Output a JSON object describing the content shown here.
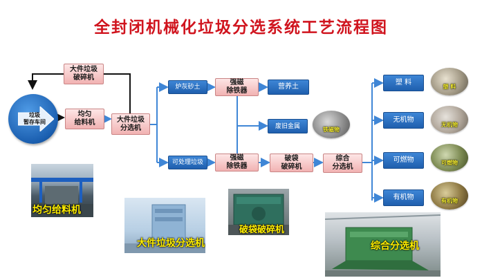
{
  "title": "全封闭机械化垃圾分选系统工艺流程图",
  "nodes": {
    "storage": "垃圾\n暂存车间",
    "crusher_large": "大件垃圾\n破碎机",
    "feeder": "均匀\n给料机",
    "large_sorter": "大件垃圾\n分选机",
    "ash_sand": "炉灰砂土",
    "magnet_top": "强磁\n除铁器",
    "nutrient_soil": "营养土",
    "scrap_metal": "废旧金属",
    "processable": "可处理垃圾",
    "magnet_bottom": "强磁\n除铁器",
    "bag_breaker": "破袋\n破碎机",
    "combined_sorter": "综合\n分选机",
    "plastic": "塑  料",
    "inorganic": "无机物",
    "combustible": "可燃物",
    "organic": "有机物"
  },
  "thumbnails": {
    "iron": "铁磁物",
    "plastic": "塑 料",
    "inorganic": "无机物",
    "combustible": "可燃物",
    "organic": "有机物"
  },
  "photos": {
    "feeder": "均匀给料机",
    "large_sorter": "大件垃圾分选机",
    "bag_breaker": "破袋破碎机",
    "combined_sorter": "综合分选机"
  },
  "colors": {
    "title": "#d0141e",
    "flow_line": "#3f86d6",
    "pink_box": "#f1b2b2",
    "blue_box": "#2a6fc0",
    "caption": "#ffee00"
  }
}
